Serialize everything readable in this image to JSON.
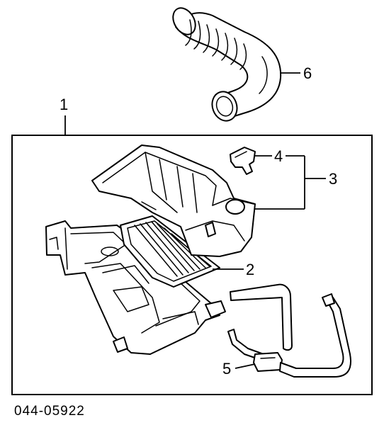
{
  "diagram": {
    "part_code": "044-05922",
    "callouts": {
      "c1": "1",
      "c2": "2",
      "c3": "3",
      "c4": "4",
      "c5": "5",
      "c6": "6"
    }
  }
}
